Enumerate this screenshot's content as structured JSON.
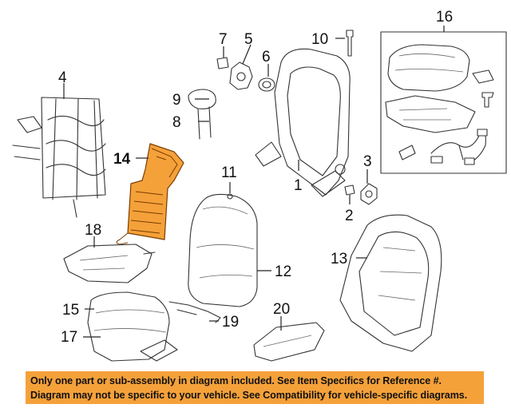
{
  "callouts": [
    {
      "id": "1",
      "label": "1"
    },
    {
      "id": "2",
      "label": "2"
    },
    {
      "id": "3",
      "label": "3"
    },
    {
      "id": "4",
      "label": "4"
    },
    {
      "id": "5",
      "label": "5"
    },
    {
      "id": "6",
      "label": "6"
    },
    {
      "id": "7",
      "label": "7"
    },
    {
      "id": "8",
      "label": "8"
    },
    {
      "id": "9",
      "label": "9"
    },
    {
      "id": "10",
      "label": "10"
    },
    {
      "id": "11",
      "label": "11"
    },
    {
      "id": "12",
      "label": "12"
    },
    {
      "id": "13",
      "label": "13"
    },
    {
      "id": "14",
      "label": "14"
    },
    {
      "id": "15",
      "label": "15"
    },
    {
      "id": "16",
      "label": "16"
    },
    {
      "id": "17",
      "label": "17"
    },
    {
      "id": "18",
      "label": "18"
    },
    {
      "id": "19",
      "label": "19"
    },
    {
      "id": "20",
      "label": "20"
    }
  ],
  "highlighted_part": "14",
  "highlight_color": "#f5a13a",
  "notice": {
    "background": "#f5a13a",
    "line1": "Only one part or sub-assembly in diagram included. See Item Specifics for Reference #.",
    "line2": "Diagram may not be specific to your vehicle. See Compatibility for vehicle-specific diagrams."
  }
}
